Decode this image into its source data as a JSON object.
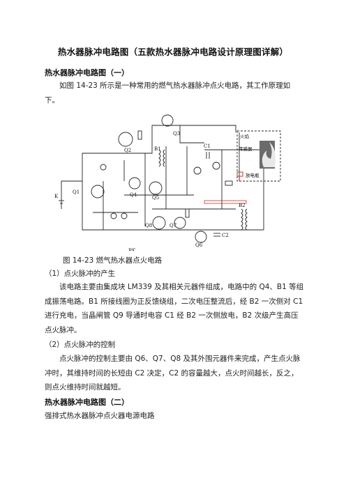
{
  "doc": {
    "title": "热水器脉冲电路图（五款热水器脉冲电路设计原理图详解）",
    "section1": {
      "heading": "热水器脉冲电路图（一）",
      "intro": "如图 14-23 所示是一种常用的燃气热水器脉冲点火电路，其工作原理如下。",
      "caption": "图 14-23 燃气热水器点火电路",
      "sub1_title": "（1）点火脉冲的产生",
      "sub1_text": "该电路主要由集成块 LM339 及其相关元器件组成，电路中的 Q4、B1 等组成振荡电路。B1 所接线圈为正反馈绕组，二次电压整流后，经 B2 一次侧对 C1 进行充电，当晶闸管 Q9 导通时电容 C1 经 B2 一次侧放电，B2 次级产生高压点火脉冲。",
      "sub2_title": "（2）点火脉冲的控制",
      "sub2_text": "点火脉冲的控制主要由 Q6、Q7、Q8 及其外围元器件来完成，产生点火脉冲时，其维持时间的长短由 C2 决定，C2 的容量越大，点火时间越长，反之，则点火维持时间就越短。"
    },
    "section2": {
      "heading": "热水器脉冲电路图（二）",
      "line": "强排式热水器脉冲点火器电源电路"
    }
  },
  "figure": {
    "labels": {
      "q1": "Q1",
      "q2": "Q2",
      "q3": "Q3",
      "q4": "Q4",
      "q5": "Q5",
      "q6": "Q6",
      "q7": "Q7",
      "q8": "Q8",
      "b1": "B1",
      "b2": "B2",
      "c1": "C1",
      "c2": "C2",
      "k": "K",
      "bk": "BK",
      "flame": "火焰",
      "sensor": "传感器",
      "electrode": "放电瓶"
    }
  }
}
